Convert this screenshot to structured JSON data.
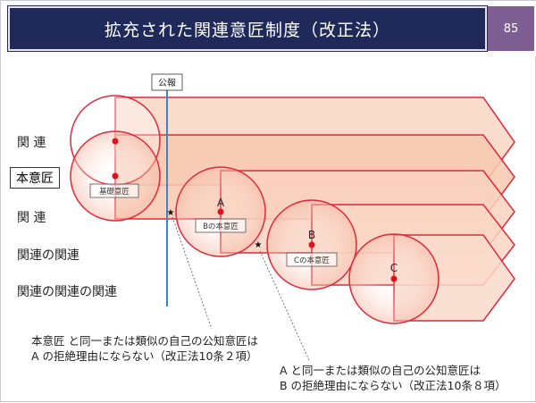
{
  "header": {
    "title": "拡充された関連意匠制度（改正法）",
    "page_number": "85"
  },
  "diagram": {
    "gazette_label": "公報",
    "row_labels": {
      "related1": "関 連",
      "main_design": "本意匠",
      "related2": "関 連",
      "related_of_related": "関連の関連",
      "related_of_related_of_related": "関連の関連の関連"
    },
    "node_labels": {
      "base_design": "基礎意匠",
      "a": "A",
      "a_main": "Bの本意匠",
      "b": "B",
      "b_main": "Cの本意匠",
      "c": "C"
    },
    "star_symbol": "★"
  },
  "notes": {
    "note1_line1": "本意匠 と同一または類似の自己の公知意匠は",
    "note1_line2": "A の拒絶理由にならない（改正法10条２項）",
    "note2_line1": "A と同一または類似の自己の公知意匠は",
    "note2_line2": "B の拒絶理由にならない（改正法10条８項）"
  },
  "colors": {
    "title_bg": "#1f2a5a",
    "page_bg": "#7e5e92",
    "band_fill": "#f7cdb8",
    "band_stroke": "#e0283a",
    "dot": "#e0101e",
    "timeline": "#3a86c8"
  }
}
